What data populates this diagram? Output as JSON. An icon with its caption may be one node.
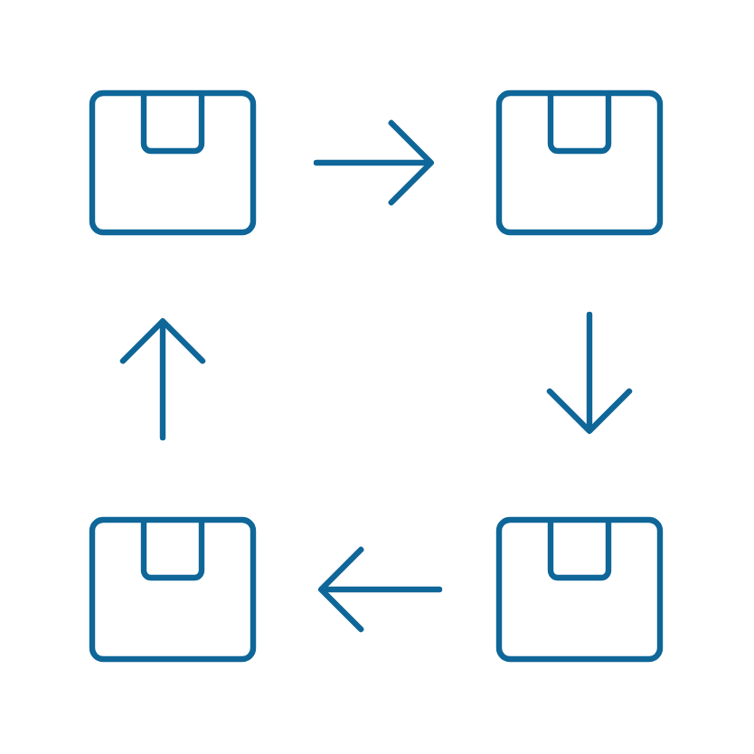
{
  "diagram": {
    "nodes": [
      {
        "text": [],
        "shape": "box"
      },
      {
        "text": [],
        "shape": "box"
      },
      {
        "text": [],
        "shape": "box"
      },
      {
        "text": [],
        "shape": "box"
      }
    ],
    "edges": [
      {
        "from": 0,
        "to": 1,
        "arrow": "to"
      },
      {
        "from": 1,
        "to": 3,
        "arrow": "to"
      },
      {
        "from": 3,
        "to": 2,
        "arrow": "to"
      },
      {
        "from": 2,
        "to": 0,
        "arrow": "to"
      }
    ]
  }
}
